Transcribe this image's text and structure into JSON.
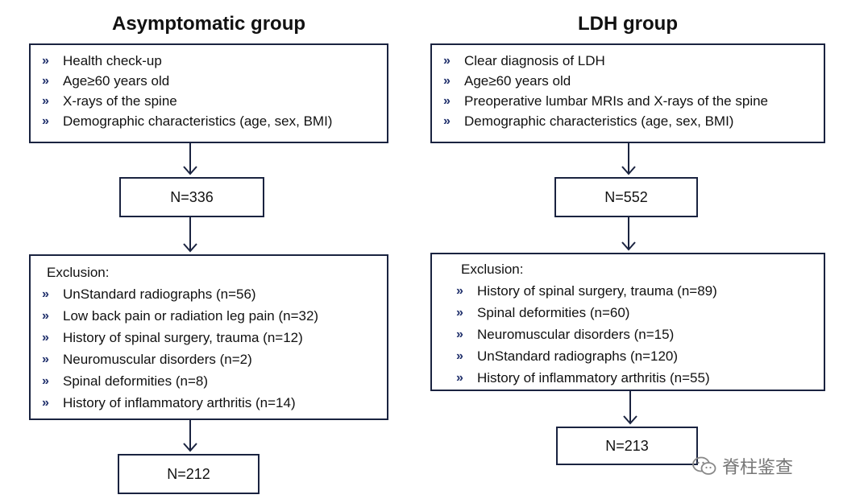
{
  "left": {
    "title": "Asymptomatic group",
    "criteria": [
      "Health check-up",
      "Age≥60 years old",
      "X-rays of the spine",
      "Demographic characteristics (age, sex, BMI)"
    ],
    "n_initial": "N=336",
    "exclusion_title": "Exclusion:",
    "exclusions": [
      "UnStandard radiographs (n=56)",
      "Low back pain or radiation leg pain (n=32)",
      "History of spinal surgery, trauma (n=12)",
      "Neuromuscular disorders (n=2)",
      "Spinal deformities (n=8)",
      "History of inflammatory arthritis  (n=14)"
    ],
    "n_final": "N=212"
  },
  "right": {
    "title": "LDH group",
    "criteria": [
      "Clear diagnosis of LDH",
      "Age≥60 years old",
      "Preoperative lumbar MRIs and X-rays of the spine",
      "Demographic characteristics (age, sex, BMI)"
    ],
    "n_initial": "N=552",
    "exclusion_title": "Exclusion:",
    "exclusions": [
      "History of spinal surgery, trauma (n=89)",
      "Spinal deformities (n=60)",
      "Neuromuscular disorders (n=15)",
      "UnStandard radiographs (n=120)",
      "History of inflammatory arthritis (n=55)"
    ],
    "n_final": "N=213"
  },
  "watermark": {
    "text": "脊柱鉴查",
    "icon": "wechat-icon"
  },
  "colors": {
    "border": "#1a2340",
    "bullet": "#1f2f6b",
    "arrow": "#1a2340"
  }
}
